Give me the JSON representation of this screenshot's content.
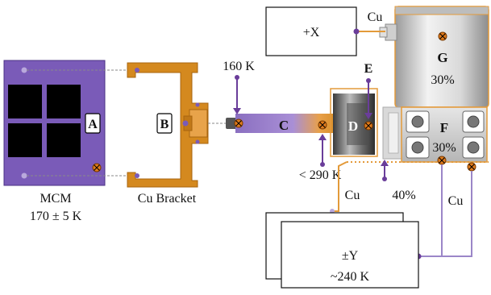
{
  "labels": {
    "A": "A",
    "B": "B",
    "C": "C",
    "D": "D",
    "E": "E",
    "F": "F",
    "G": "G"
  },
  "texts": {
    "mcm_title": "MCM",
    "mcm_temp": "170 ± 5 K",
    "bracket": "Cu Bracket",
    "plus_x": "+X",
    "cu_top": "Cu",
    "t160": "160 K",
    "lt290": "< 290 K",
    "pct30_g": "30%",
    "pct30_f": "30%",
    "pct40": "40%",
    "cu_mid": "Cu",
    "cu_right": "Cu",
    "pm_y": "±Y",
    "approx240": "~240 K"
  },
  "colors": {
    "copper": "#d4891f",
    "copper_dark": "#a8650f",
    "purple": "#6a3d9a",
    "purple_light": "#9b86c8",
    "orange_line": "#e39a3a",
    "sensor": "#e07b1c"
  }
}
